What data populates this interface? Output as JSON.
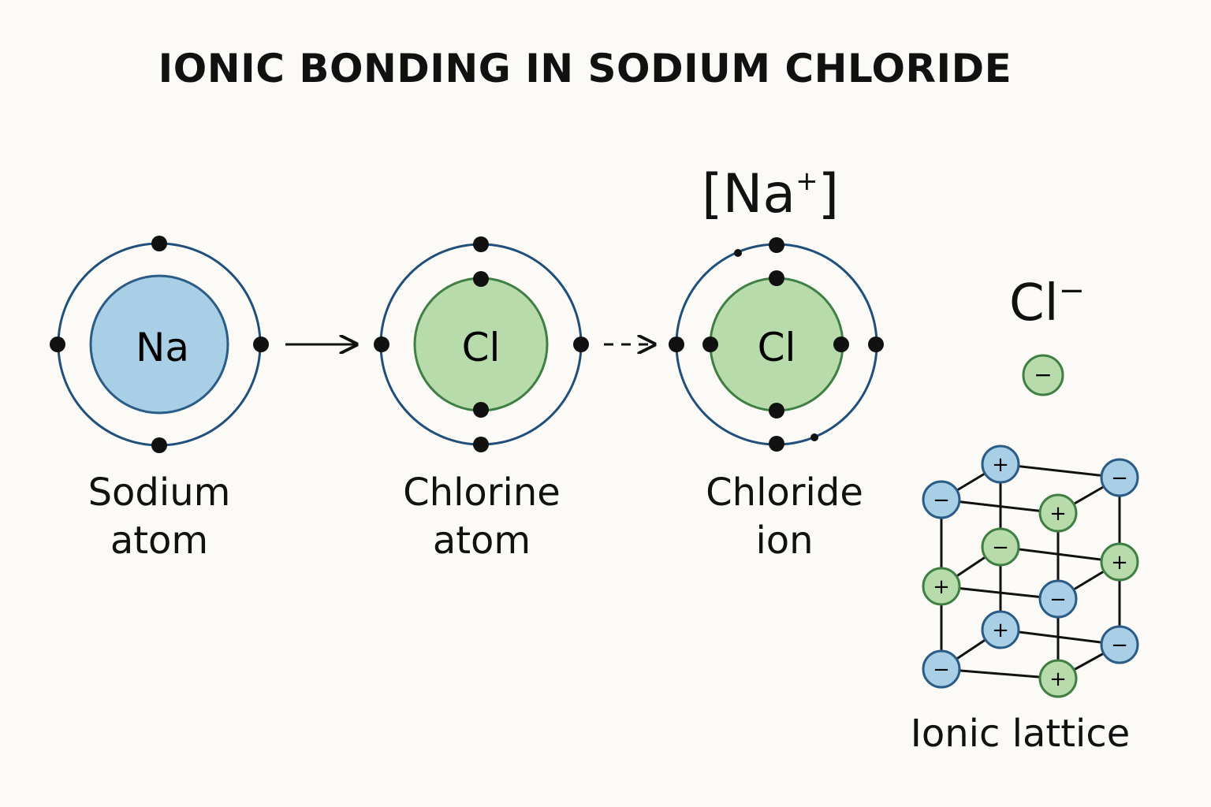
{
  "title": "IONIC BONDING IN SODIUM CHLORIDE",
  "atoms": [
    {
      "symbol": "Na",
      "caption_line1": "Sodium",
      "caption_line2": "atom",
      "fill": "#a8cfe6",
      "stroke": "#2a5c86"
    },
    {
      "symbol": "Cl",
      "caption_line1": "Chlorine",
      "caption_line2": "atom",
      "fill": "#b8dbab",
      "stroke": "#3f7f44"
    },
    {
      "symbol": "Cl",
      "caption_line1": "Chloride",
      "caption_line2": "ion",
      "fill": "#b8dbab",
      "stroke": "#3f7f44"
    }
  ],
  "ion_label_na": {
    "base": "[Na",
    "charge": "+",
    "close": "]"
  },
  "ion_label_cl": {
    "base": "Cl",
    "charge": "−"
  },
  "legend_anion_sign": "−",
  "lattice": {
    "caption": "Ionic lattice",
    "plus_sign": "+",
    "minus_sign": "−",
    "blue_fill": "#a8cfe6",
    "blue_stroke": "#2a5c86",
    "green_fill": "#b8dbab",
    "green_stroke": "#3f7f44"
  },
  "colors": {
    "shell": "#1f4f7a",
    "electron": "#111111",
    "background": "#fbfaf6"
  }
}
